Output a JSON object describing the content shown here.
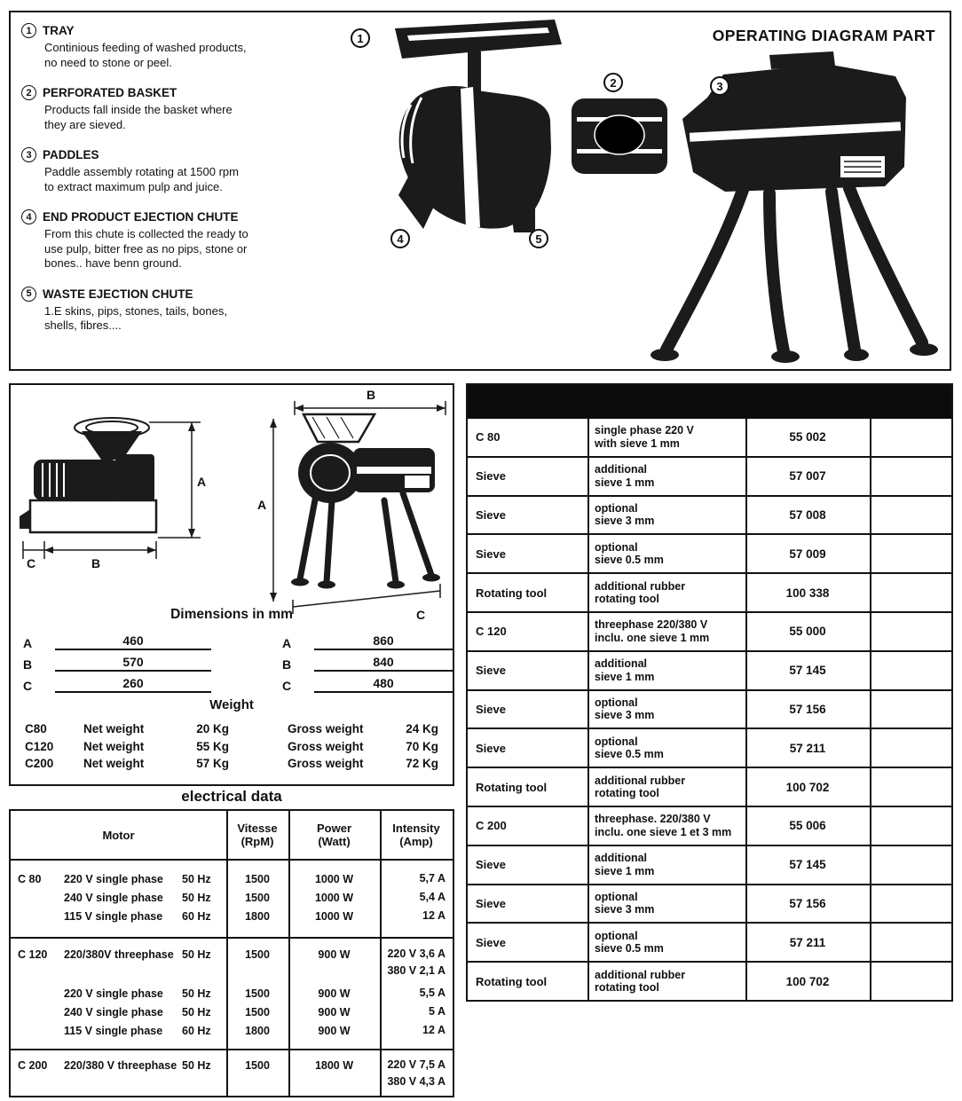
{
  "colors": {
    "ink": "#111111",
    "paper": "#ffffff",
    "table_header_bg": "#0c0c0c"
  },
  "operating": {
    "title": "OPERATING DIAGRAM PART",
    "items": [
      {
        "num": "1",
        "name": "TRAY",
        "desc": "Continious feeding of washed products,\nno need to stone or peel."
      },
      {
        "num": "2",
        "name": "PERFORATED BASKET",
        "desc": "Products fall inside the basket where\nthey are sieved."
      },
      {
        "num": "3",
        "name": "PADDLES",
        "desc": "Paddle assembly rotating at 1500 rpm\nto extract maximum pulp and juice."
      },
      {
        "num": "4",
        "name": "END PRODUCT EJECTION CHUTE",
        "desc": "From this chute is collected the ready to\nuse pulp, bitter free as no pips, stone or\nbones.. have benn ground."
      },
      {
        "num": "5",
        "name": "WASTE EJECTION CHUTE",
        "desc": "1.E skins, pips, stones, tails, bones,\nshells, fibres...."
      }
    ],
    "callouts": [
      "1",
      "2",
      "3",
      "4",
      "5"
    ]
  },
  "dimensions": {
    "title": "Dimensions in mm",
    "axis_labels": {
      "a": "A",
      "b": "B",
      "c": "C"
    },
    "left": [
      {
        "label": "A",
        "value": "460"
      },
      {
        "label": "B",
        "value": "570"
      },
      {
        "label": "C",
        "value": "260"
      }
    ],
    "right": [
      {
        "label": "A",
        "value": "860"
      },
      {
        "label": "B",
        "value": "840"
      },
      {
        "label": "C",
        "value": "480"
      }
    ]
  },
  "weight": {
    "title": "Weight",
    "rows": [
      {
        "model": "C80",
        "net_label": "Net weight",
        "net": "20 Kg",
        "gross_label": "Gross weight",
        "gross": "24 Kg"
      },
      {
        "model": "C120",
        "net_label": "Net weight",
        "net": "55 Kg",
        "gross_label": "Gross weight",
        "gross": "70 Kg"
      },
      {
        "model": "C200",
        "net_label": "Net weight",
        "net": "57 Kg",
        "gross_label": "Gross weight",
        "gross": "72 Kg"
      }
    ]
  },
  "electrical": {
    "title": "electrical data",
    "headers": [
      "Motor",
      "Vitesse\n(RpM)",
      "Power\n(Watt)",
      "Intensity\n(Amp)"
    ],
    "groups": [
      {
        "model": "C 80",
        "rows": [
          {
            "desc": "220 V single phase",
            "hz": "50 Hz",
            "rpm": "1500",
            "power": "1000 W",
            "amp": "5,7 A"
          },
          {
            "desc": "240 V single phase",
            "hz": "50 Hz",
            "rpm": "1500",
            "power": "1000 W",
            "amp": "5,4 A"
          },
          {
            "desc": "115 V single phase",
            "hz": "60 Hz",
            "rpm": "1800",
            "power": "1000 W",
            "amp": "12 A"
          }
        ]
      },
      {
        "model": "C 120",
        "rows": [
          {
            "desc": "220/380V threephase",
            "hz": "50 Hz",
            "rpm": "1500",
            "power": "900 W",
            "amp": "220 V 3,6 A\n380 V 2,1 A"
          },
          {
            "desc": "220 V single phase",
            "hz": "50 Hz",
            "rpm": "1500",
            "power": "900 W",
            "amp": "5,5 A"
          },
          {
            "desc": "240 V single phase",
            "hz": "50 Hz",
            "rpm": "1500",
            "power": "900 W",
            "amp": "5 A"
          },
          {
            "desc": "115 V single phase",
            "hz": "60 Hz",
            "rpm": "1800",
            "power": "900 W",
            "amp": "12 A"
          }
        ]
      },
      {
        "model": "C 200",
        "rows": [
          {
            "desc": "220/380 V threephase",
            "hz": "50 Hz",
            "rpm": "1500",
            "power": "1800 W",
            "amp": "220 V 7,5 A\n380 V 4,3 A"
          }
        ]
      }
    ]
  },
  "parts_table": {
    "rows": [
      {
        "item": "C 80",
        "desc": "single phase 220 V\nwith sieve 1 mm",
        "ref": "55 002",
        "extra": ""
      },
      {
        "item": "Sieve",
        "desc": "additional\nsieve 1 mm",
        "ref": "57 007",
        "extra": ""
      },
      {
        "item": "Sieve",
        "desc": "optional\nsieve 3 mm",
        "ref": "57 008",
        "extra": ""
      },
      {
        "item": "Sieve",
        "desc": "optional\nsieve 0.5 mm",
        "ref": "57 009",
        "extra": ""
      },
      {
        "item": "Rotating tool",
        "desc": "additional rubber\nrotating tool",
        "ref": "100 338",
        "extra": ""
      },
      {
        "item": "C 120",
        "desc": "threephase 220/380 V\ninclu. one sieve 1 mm",
        "ref": "55 000",
        "extra": ""
      },
      {
        "item": "Sieve",
        "desc": "additional\nsieve 1 mm",
        "ref": "57 145",
        "extra": ""
      },
      {
        "item": "Sieve",
        "desc": "optional\nsieve 3 mm",
        "ref": "57 156",
        "extra": ""
      },
      {
        "item": "Sieve",
        "desc": "optional\nsieve 0.5 mm",
        "ref": "57 211",
        "extra": ""
      },
      {
        "item": "Rotating tool",
        "desc": "additional rubber\nrotating tool",
        "ref": "100 702",
        "extra": ""
      },
      {
        "item": "C 200",
        "desc": "threephase. 220/380 V\ninclu. one sieve 1 et 3 mm",
        "ref": "55 006",
        "extra": ""
      },
      {
        "item": "Sieve",
        "desc": "additional\nsieve 1 mm",
        "ref": "57 145",
        "extra": ""
      },
      {
        "item": "Sieve",
        "desc": "optional\nsieve 3 mm",
        "ref": "57 156",
        "extra": ""
      },
      {
        "item": "Sieve",
        "desc": "optional\nsieve 0.5 mm",
        "ref": "57 211",
        "extra": ""
      },
      {
        "item": "Rotating tool",
        "desc": "additional rubber\nrotating tool",
        "ref": "100 702",
        "extra": ""
      }
    ]
  }
}
